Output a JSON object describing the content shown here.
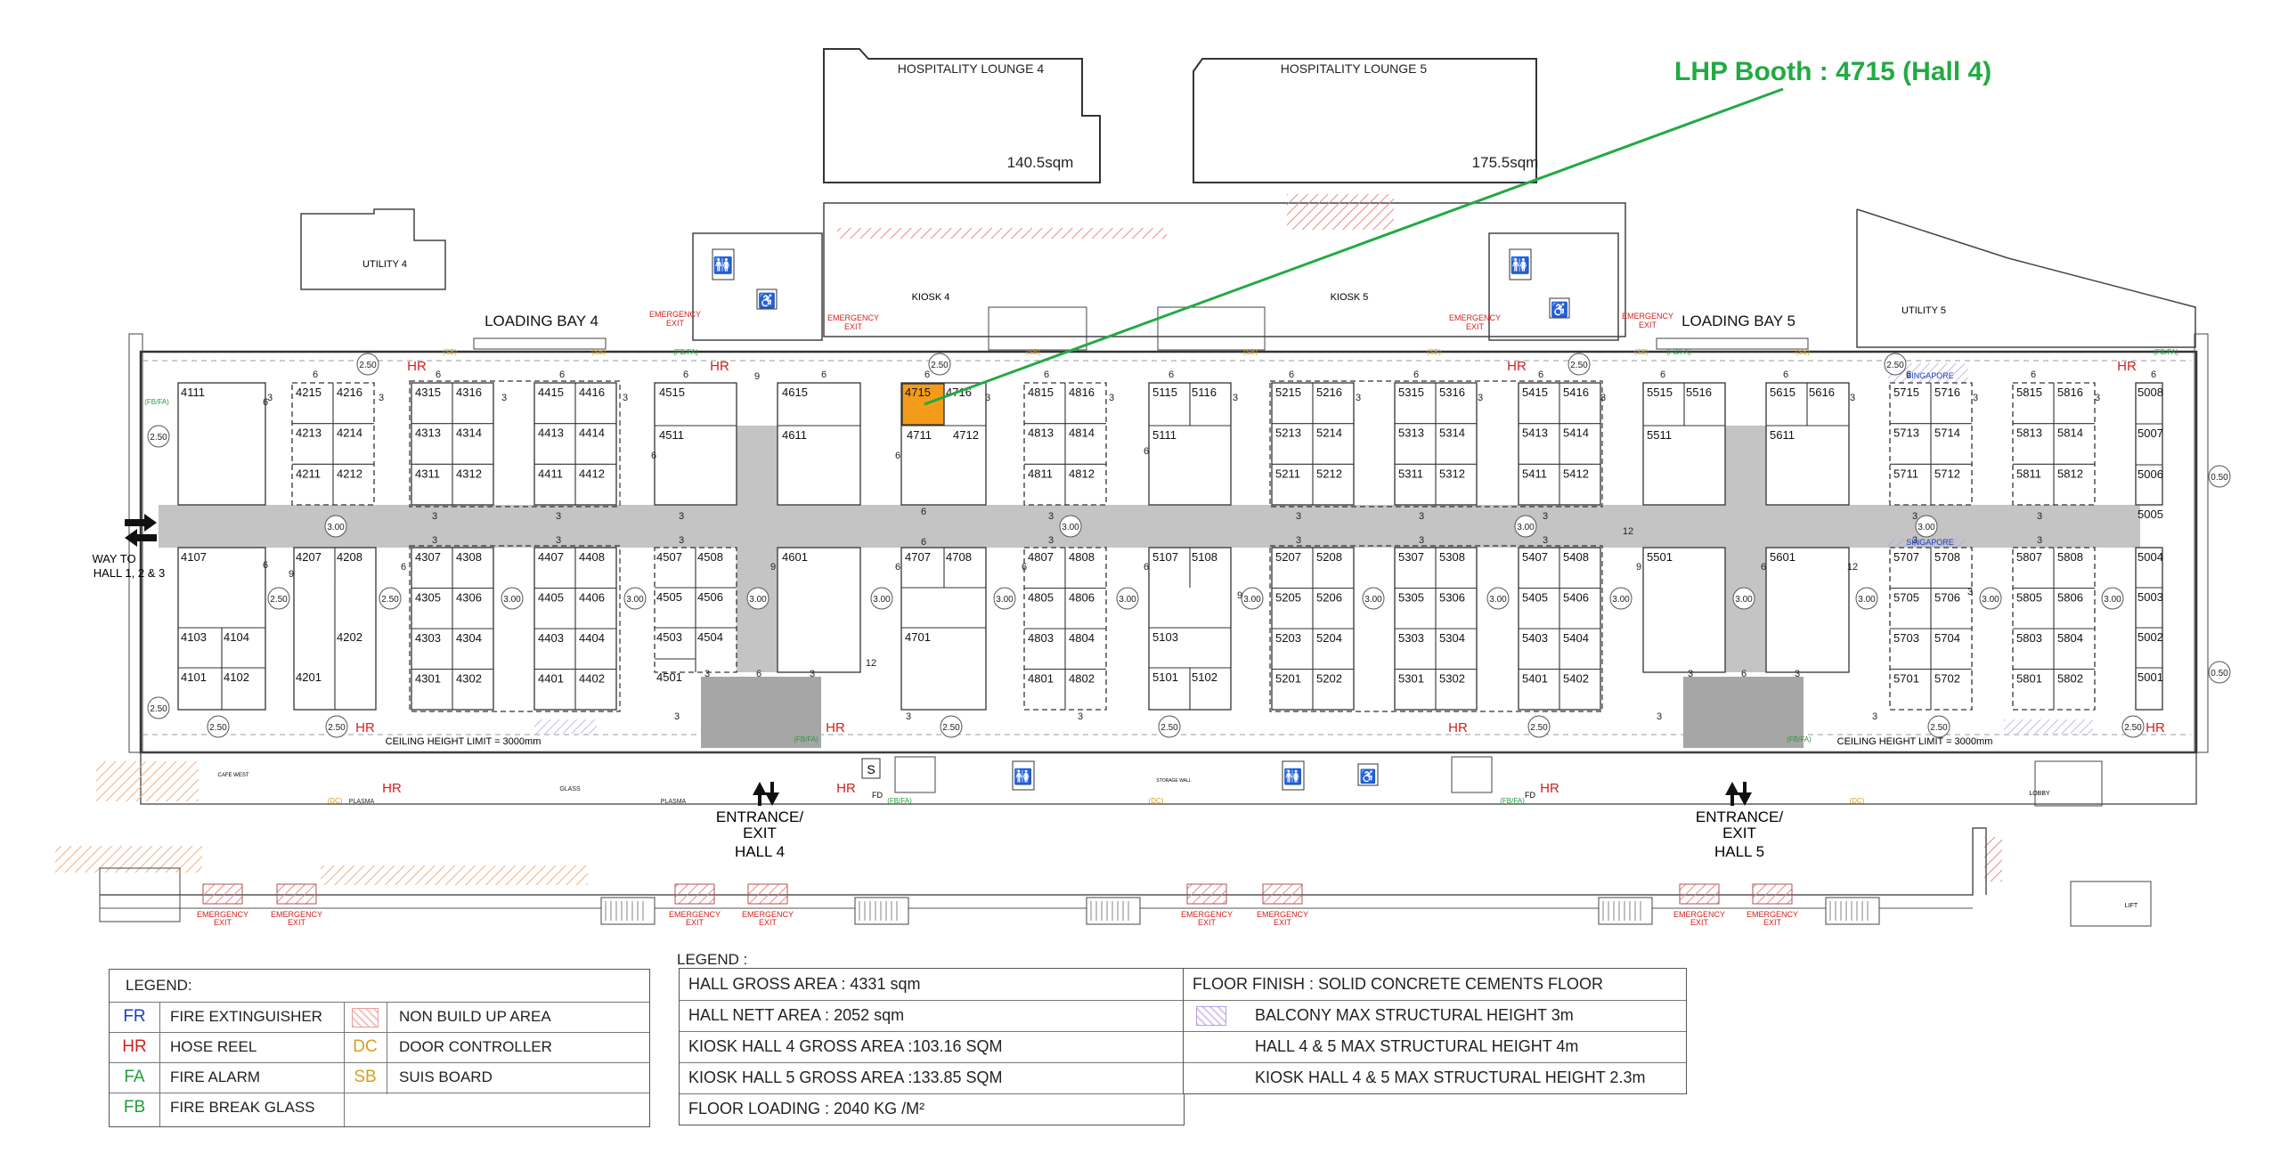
{
  "callout": {
    "text": "LHP Booth : 4715 (Hall 4)",
    "color": "#22aa44"
  },
  "highlight_color": "#f39c1b",
  "lounges": [
    {
      "name": "HOSPITALITY LOUNGE 4",
      "area": "140.5sqm"
    },
    {
      "name": "HOSPITALITY LOUNGE 5",
      "area": "175.5sqm"
    }
  ],
  "rooms": {
    "utility4": "UTILITY 4",
    "utility5": "UTILITY 5",
    "kiosk4": "KIOSK 4",
    "kiosk5": "KIOSK 5",
    "lb4": "LOADING BAY 4",
    "lb5": "LOADING BAY 5",
    "cafe": "CAFE WEST",
    "lobby": "LOBBY",
    "lift": "LIFT",
    "storage": "STORAGE WALL"
  },
  "markers": {
    "hr": "HR",
    "fbfa": "(FB/FA)",
    "fr": "FR",
    "sb": "(SB)",
    "dc": "(DC)",
    "fd": "FD",
    "s": "S",
    "glass": "GLASS",
    "plasma": "PLASMA",
    "singapore": "SINGAPORE"
  },
  "emergency_exit": [
    "EMERGENCY",
    "EXIT"
  ],
  "ceiling": "CEILING HEIGHT LIMIT = 3000mm",
  "way_to": [
    "WAY TO",
    "HALL 1, 2 & 3"
  ],
  "entrances": [
    [
      "ENTRANCE/",
      "EXIT",
      "HALL 4"
    ],
    [
      "ENTRANCE/",
      "EXIT",
      "HALL 5"
    ]
  ],
  "dims": [
    "2.50",
    "3.00",
    "0.50",
    "3",
    "6",
    "9",
    "12"
  ],
  "booths": {
    "top_single": [
      "4111",
      "4515",
      "4511",
      "4615",
      "4611",
      "4715",
      "4716",
      "4711",
      "4712",
      "5115",
      "5116",
      "5111",
      "5515",
      "5516",
      "5511",
      "5615",
      "5616",
      "5611",
      "5008",
      "5007",
      "5006"
    ],
    "b42": [
      "4215",
      "4216",
      "4213",
      "4214",
      "4211",
      "4212"
    ],
    "b43": [
      "4315",
      "4316",
      "4313",
      "4314",
      "4311",
      "4312"
    ],
    "b44": [
      "4415",
      "4416",
      "4413",
      "4414",
      "4411",
      "4412"
    ],
    "b48": [
      "4815",
      "4816",
      "4813",
      "4814",
      "4811",
      "4812"
    ],
    "b52": [
      "5215",
      "5216",
      "5213",
      "5214",
      "5211",
      "5212"
    ],
    "b53": [
      "5315",
      "5316",
      "5313",
      "5314",
      "5311",
      "5312"
    ],
    "b54": [
      "5415",
      "5416",
      "5413",
      "5414",
      "5411",
      "5412"
    ],
    "b57": [
      "5715",
      "5716",
      "5713",
      "5714",
      "5711",
      "5712"
    ],
    "b58": [
      "5815",
      "5816",
      "5813",
      "5814",
      "5811",
      "5812"
    ],
    "aisle": "5005",
    "b41": [
      "4107",
      "4103",
      "4104",
      "4101",
      "4102"
    ],
    "b42s": [
      "4207",
      "4208",
      "4202",
      "4201"
    ],
    "b43s": [
      "4307",
      "4308",
      "4305",
      "4306",
      "4303",
      "4304",
      "4301",
      "4302"
    ],
    "b44s": [
      "4407",
      "4408",
      "4405",
      "4406",
      "4403",
      "4404",
      "4401",
      "4402"
    ],
    "b45s": [
      "4507",
      "4508",
      "4505",
      "4506",
      "4503",
      "4504",
      "4501"
    ],
    "b46s": [
      "4601"
    ],
    "b47s": [
      "4707",
      "4708",
      "4701"
    ],
    "b48s": [
      "4807",
      "4808",
      "4805",
      "4806",
      "4803",
      "4804",
      "4801",
      "4802"
    ],
    "b51s": [
      "5107",
      "5108",
      "5103",
      "5101",
      "5102"
    ],
    "b52s": [
      "5207",
      "5208",
      "5205",
      "5206",
      "5203",
      "5204",
      "5201",
      "5202"
    ],
    "b53s": [
      "5307",
      "5308",
      "5305",
      "5306",
      "5303",
      "5304",
      "5301",
      "5302"
    ],
    "b54s": [
      "5407",
      "5408",
      "5405",
      "5406",
      "5403",
      "5404",
      "5401",
      "5402"
    ],
    "b55s": [
      "5501"
    ],
    "b56s": [
      "5601"
    ],
    "b57s": [
      "5707",
      "5708",
      "5705",
      "5706",
      "5703",
      "5704",
      "5701",
      "5702"
    ],
    "b58s": [
      "5807",
      "5808",
      "5805",
      "5806",
      "5803",
      "5804",
      "5801",
      "5802"
    ],
    "right_col": [
      "5004",
      "5003",
      "5002",
      "5001"
    ]
  },
  "legend1": {
    "title": "LEGEND:",
    "rows": [
      {
        "code": "FR",
        "color": "#1a3fbf",
        "label": "FIRE EXTINGUISHER"
      },
      {
        "code": "HR",
        "color": "#d11f1f",
        "label": "HOSE REEL"
      },
      {
        "code": "FA",
        "color": "#1f9e3a",
        "label": "FIRE ALARM"
      },
      {
        "code": "FB",
        "color": "#1f9e3a",
        "label": "FIRE BREAK GLASS"
      }
    ],
    "right_rows": [
      {
        "code": "",
        "color": "#e07070",
        "label": "NON BUILD UP AREA"
      },
      {
        "code": "DC",
        "color": "#d4a020",
        "label": "DOOR CONTROLLER"
      },
      {
        "code": "SB",
        "color": "#d4a020",
        "label": "SUIS BOARD"
      }
    ]
  },
  "legend2": {
    "title": "LEGEND :",
    "left": [
      "HALL GROSS AREA : 4331 sqm",
      "HALL NETT AREA : 2052 sqm",
      "KIOSK HALL 4 GROSS AREA :103.16 SQM",
      "KIOSK HALL 5 GROSS AREA :133.85 SQM",
      "FLOOR LOADING : 2040 KG /M²"
    ],
    "right": [
      "FLOOR FINISH : SOLID CONCRETE CEMENTS FLOOR",
      "BALCONY MAX STRUCTURAL HEIGHT 3m",
      "HALL 4 & 5 MAX STRUCTURAL HEIGHT 4m",
      "KIOSK HALL 4 & 5 MAX STRUCTURAL HEIGHT 2.3m"
    ]
  }
}
